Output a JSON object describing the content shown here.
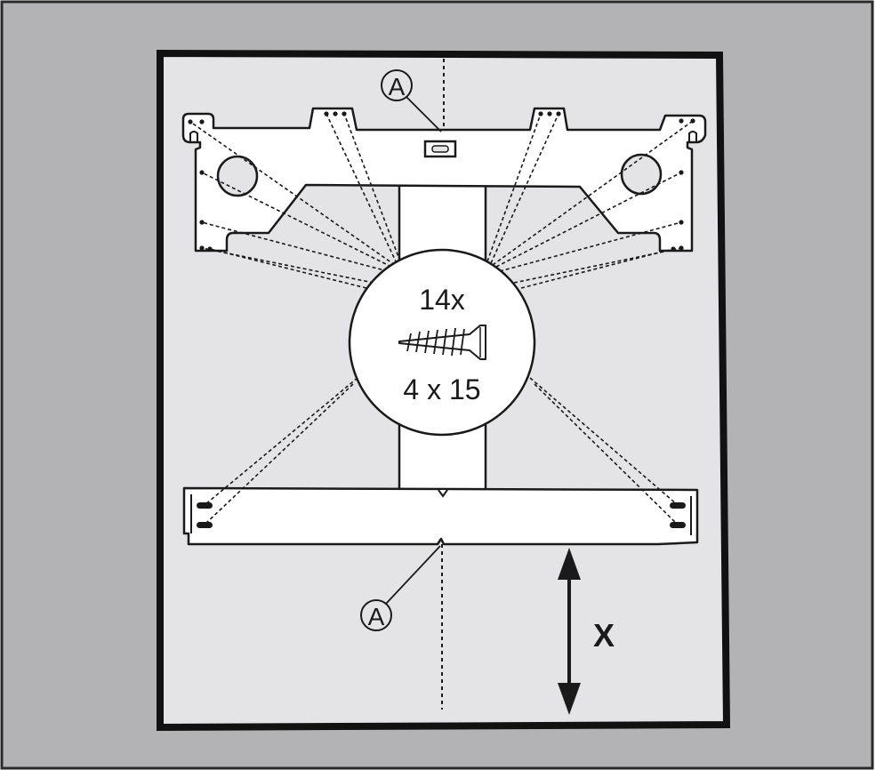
{
  "callout_top": "A",
  "callout_bottom": "A",
  "screw_count": "14x",
  "screw_size": "4 x 15",
  "dimension_label": "X",
  "colors": {
    "outer_background": "#b3b3b5",
    "panel_background": "#e4e4e6",
    "frame": "#111111",
    "bracket_fill": "#ffffff",
    "line": "#1a1a1a"
  }
}
